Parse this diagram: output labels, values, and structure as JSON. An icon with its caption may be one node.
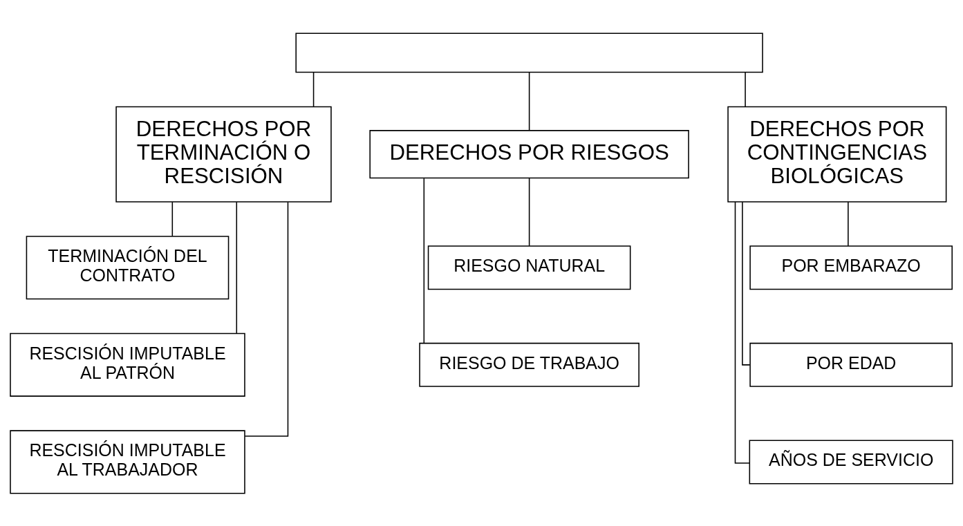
{
  "diagram": {
    "nodes": [
      {
        "text": [],
        "shape": "box"
      },
      {
        "text": [
          "DERECHOS POR TERMINACIÓN O RESCISIÓN"
        ]
      },
      {
        "text": [
          "DERECHOS POR RIESGOS"
        ]
      },
      {
        "text": [
          "DERECHOS POR CONTINGENCIAS BIOLÓGICAS"
        ]
      },
      {
        "text": [
          "TERMINACIÓN DEL CONTRATO"
        ]
      },
      {
        "text": [
          "RESCISIÓN IMPUTABLE AL PATRÓN"
        ]
      },
      {
        "text": [
          "RESCISIÓN IMPUTABLE AL TRABAJADOR"
        ]
      },
      {
        "text": [
          "RIESGO NATURAL"
        ]
      },
      {
        "text": [
          "RIESGO DE TRABAJO"
        ]
      },
      {
        "text": [
          "POR EMBARAZO"
        ]
      },
      {
        "text": [
          "POR EDAD"
        ]
      },
      {
        "text": [
          "AÑOS DE SERVICIO"
        ]
      }
    ],
    "edges": [
      {
        "from": 0,
        "to": 1,
        "arrow": "none"
      },
      {
        "from": 0,
        "to": 2,
        "arrow": "none"
      },
      {
        "from": 0,
        "to": 3,
        "arrow": "none"
      },
      {
        "from": 1,
        "to": 4,
        "arrow": "none"
      },
      {
        "from": 1,
        "to": 5,
        "arrow": "none"
      },
      {
        "from": 1,
        "to": 6,
        "arrow": "none"
      },
      {
        "from": 2,
        "to": 7,
        "arrow": "none"
      },
      {
        "from": 2,
        "to": 8,
        "arrow": "none"
      },
      {
        "from": 3,
        "to": 9,
        "arrow": "none"
      },
      {
        "from": 3,
        "to": 10,
        "arrow": "none"
      },
      {
        "from": 3,
        "to": 11,
        "arrow": "none"
      }
    ]
  }
}
